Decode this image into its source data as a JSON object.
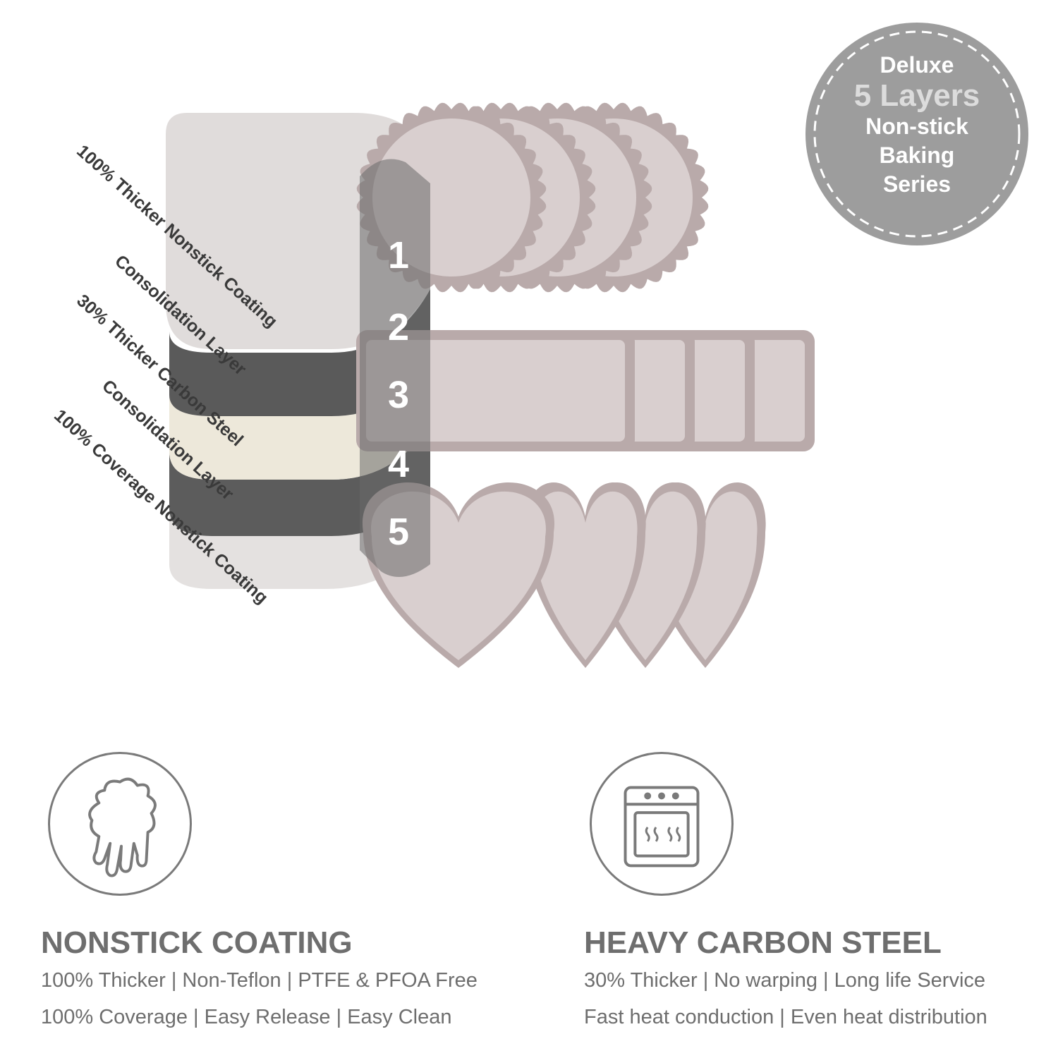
{
  "badge": {
    "line1": "Deluxe",
    "line2": "5 Layers",
    "line3": "Non-stick",
    "line4": "Baking",
    "line5": "Series"
  },
  "layers": [
    {
      "number": "1",
      "label": "100% Thicker Nonstick Coating"
    },
    {
      "number": "2",
      "label": "Consolidation  Layer"
    },
    {
      "number": "3",
      "label": "30% Thicker Carbon Steel"
    },
    {
      "number": "4",
      "label": "Consolidation  Layer"
    },
    {
      "number": "5",
      "label": "100% Coverage Nonstick Coating"
    }
  ],
  "features": [
    {
      "icon": "melting-drip-icon",
      "title": "NONSTICK COATING",
      "line1": "100% Thicker  |  Non-Teflon  |  PTFE & PFOA Free",
      "line2": "100% Coverage  |  Easy Release  |  Easy Clean"
    },
    {
      "icon": "oven-icon",
      "title": "HEAVY CARBON STEEL",
      "line1": "30% Thicker  |  No warping  |  Long life Service",
      "line2": "Fast heat conduction  |  Even heat distribution"
    }
  ],
  "colors": {
    "pan": "#d9cfcf",
    "pan_rim": "#b9aaaa",
    "badge": "#9d9d9d",
    "layer_light": "#dedbda",
    "layer_dark": "#5a5a5a",
    "layer_steel": "#ede8dc",
    "text_gray": "#6e6e6e"
  }
}
